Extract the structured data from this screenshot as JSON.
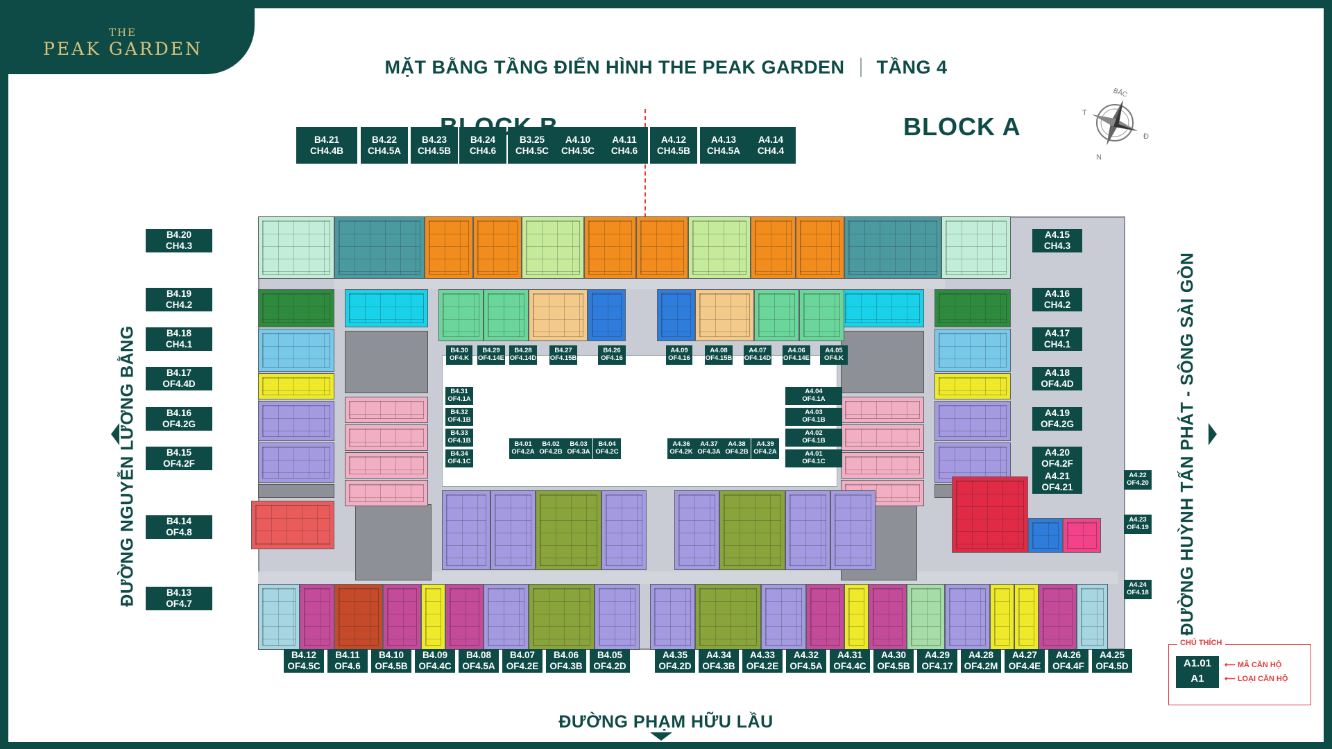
{
  "logo": {
    "top": "THE",
    "name": "PEAK GARDEN"
  },
  "title": {
    "main": "MẶT BẰNG TẦNG ĐIỂN HÌNH THE PEAK GARDEN",
    "floor": "TẦNG 4"
  },
  "blocks": {
    "b": "BLOCK B",
    "a": "BLOCK A"
  },
  "compass": {
    "n_top": "BẮC",
    "w": "T",
    "e": "Đ",
    "s": "N"
  },
  "roads": {
    "left": "ĐƯỜNG NGUYỄN LƯƠNG BẰNG",
    "right": "ĐƯỜNG HUỲNH TẤN PHÁT - SÔNG SÀI GÒN",
    "bottom": "ĐƯỜNG PHẠM HỮU LẦU"
  },
  "legend": {
    "title": "CHÚ THÍCH",
    "code": "A1.01",
    "type": "A1",
    "code_desc": "MÃ CĂN HỘ",
    "type_desc": "LOẠI CĂN HỘ"
  },
  "colors": {
    "brand": "#0e4a46",
    "gold": "#d9c27c",
    "accent_red": "#e23c3c",
    "teal": "#4a9aa0",
    "mint": "#c2eed8",
    "orange": "#f28c1c",
    "lime": "#c4ea9a",
    "blue": "#2e7cdc",
    "green": "#2e8b3e",
    "sky": "#78c8ea",
    "yellow": "#eeea2a",
    "lavender": "#a49ae2",
    "pink": "#f2aec2",
    "salmon": "#ea5c5c",
    "cyan": "#18d2ea",
    "seafoam": "#6ad69a",
    "apricot": "#f4ca8a",
    "olive": "#8aa43c",
    "magenta": "#c44a9a",
    "brick": "#c44a2a",
    "crimson": "#e02a46",
    "hotpink": "#f2428a",
    "mint2": "#a6dca8",
    "paleblue": "#a6d6e2"
  },
  "labels": [
    {
      "code": "B4.21",
      "type": "CH4.4B"
    },
    {
      "code": "B4.22",
      "type": "CH4.5A"
    },
    {
      "code": "B4.23",
      "type": "CH4.5B"
    },
    {
      "code": "B4.24",
      "type": "CH4.6"
    },
    {
      "code": "B3.25",
      "type": "CH4.5C"
    },
    {
      "code": "A4.10",
      "type": "CH4.5C"
    },
    {
      "code": "A4.11",
      "type": "CH4.6"
    },
    {
      "code": "A4.12",
      "type": "CH4.5B"
    },
    {
      "code": "A4.13",
      "type": "CH4.5A"
    },
    {
      "code": "A4.14",
      "type": "CH4.4"
    },
    {
      "code": "B4.20",
      "type": "CH4.3"
    },
    {
      "code": "B4.19",
      "type": "CH4.2"
    },
    {
      "code": "B4.18",
      "type": "CH4.1"
    },
    {
      "code": "B4.17",
      "type": "OF4.4D"
    },
    {
      "code": "B4.16",
      "type": "OF4.2G"
    },
    {
      "code": "B4.15",
      "type": "OF4.2F"
    },
    {
      "code": "B4.14",
      "type": "OF4.8"
    },
    {
      "code": "B4.13",
      "type": "OF4.7"
    },
    {
      "code": "A4.15",
      "type": "CH4.3"
    },
    {
      "code": "A4.16",
      "type": "CH4.2"
    },
    {
      "code": "A4.17",
      "type": "CH4.1"
    },
    {
      "code": "A4.18",
      "type": "OF4.4D"
    },
    {
      "code": "A4.19",
      "type": "OF4.2G"
    },
    {
      "code": "A4.20",
      "type": "OF4.2F"
    },
    {
      "code": "A4.21",
      "type": "OF4.21"
    },
    {
      "code": "B4.12",
      "type": "OF4.5C"
    },
    {
      "code": "B4.11",
      "type": "OF4.6"
    },
    {
      "code": "B4.10",
      "type": "OF4.5B"
    },
    {
      "code": "B4.09",
      "type": "OF4.4C"
    },
    {
      "code": "B4.08",
      "type": "OF4.5A"
    },
    {
      "code": "B4.07",
      "type": "OF4.2E"
    },
    {
      "code": "B4.06",
      "type": "OF4.3B"
    },
    {
      "code": "B4.05",
      "type": "OF4.2D"
    },
    {
      "code": "A4.35",
      "type": "OF4.2D"
    },
    {
      "code": "A4.34",
      "type": "OF4.3B"
    },
    {
      "code": "A4.33",
      "type": "OF4.2E"
    },
    {
      "code": "A4.32",
      "type": "OF4.5A"
    },
    {
      "code": "A4.31",
      "type": "OF4.4C"
    },
    {
      "code": "A4.30",
      "type": "OF4.5B"
    },
    {
      "code": "A4.29",
      "type": "OF4.17"
    },
    {
      "code": "A4.28",
      "type": "OF4.2M"
    },
    {
      "code": "A4.27",
      "type": "OF4.4E"
    },
    {
      "code": "A4.26",
      "type": "OF4.4F"
    },
    {
      "code": "A4.25",
      "type": "OF4.5D"
    },
    {
      "code": "B4.30",
      "type": "OF4.K"
    },
    {
      "code": "B4.29",
      "type": "OF4.14E"
    },
    {
      "code": "B4.28",
      "type": "OF4.14D"
    },
    {
      "code": "B4.27",
      "type": "OF4.15B"
    },
    {
      "code": "B4.26",
      "type": "OF4.16"
    },
    {
      "code": "A4.09",
      "type": "OF4.16"
    },
    {
      "code": "A4.08",
      "type": "OF4.15B"
    },
    {
      "code": "A4.07",
      "type": "OF4.14D"
    },
    {
      "code": "A4.06",
      "type": "OF4.14E"
    },
    {
      "code": "A4.05",
      "type": "OF4.K"
    },
    {
      "code": "B4.31",
      "type": "OF4.1A"
    },
    {
      "code": "B4.32",
      "type": "OF4.1B"
    },
    {
      "code": "B4.33",
      "type": "OF4.1B"
    },
    {
      "code": "B4.34",
      "type": "OF4.1C"
    },
    {
      "code": "A4.04",
      "type": "OF4.1A"
    },
    {
      "code": "A4.03",
      "type": "OF4.1B"
    },
    {
      "code": "A4.02",
      "type": "OF4.1B"
    },
    {
      "code": "A4.01",
      "type": "OF4.1C"
    },
    {
      "code": "B4.01",
      "type": "OF4.2A"
    },
    {
      "code": "B4.02",
      "type": "OF4.2B"
    },
    {
      "code": "B4.03",
      "type": "OF4.3A"
    },
    {
      "code": "B4.04",
      "type": "OF4.2C"
    },
    {
      "code": "A4.36",
      "type": "OF4.2K"
    },
    {
      "code": "A4.37",
      "type": "OF4.3A"
    },
    {
      "code": "A4.38",
      "type": "OF4.2B"
    },
    {
      "code": "A4.39",
      "type": "OF4.2A"
    },
    {
      "code": "A4.22",
      "type": "OF4.20"
    },
    {
      "code": "A4.23",
      "type": "OF4.19"
    },
    {
      "code": "A4.24",
      "type": "OF4.18"
    }
  ]
}
